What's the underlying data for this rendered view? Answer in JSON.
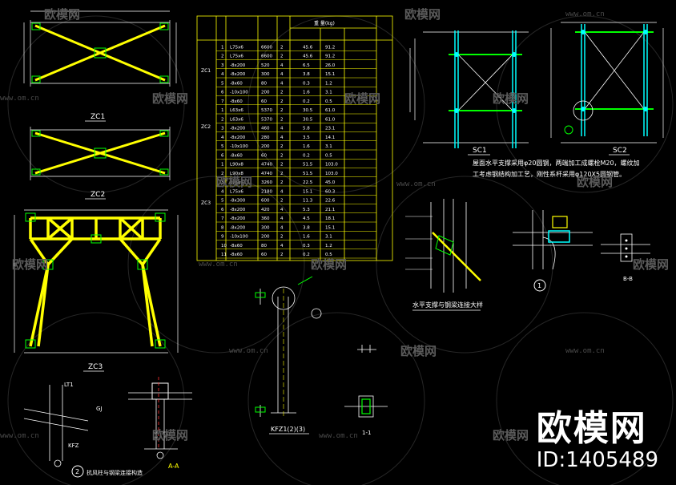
{
  "drawing": {
    "labels": {
      "zc1": "ZC1",
      "zc2": "ZC2",
      "zc3": "ZC3",
      "sc1": "SC1",
      "sc2": "SC2",
      "kfz1": "KFZ1(2)(3)",
      "section_1_1": "1-1",
      "section_a_a": "A-A",
      "section_b_b": "B-B",
      "lt1": "LT1",
      "gj": "GJ",
      "kfz": "KFZ",
      "circle_1": "1",
      "circle_2": "2"
    },
    "notes": {
      "roof_bracing_line1": "屋面水平支撑采用φ20圆钢，两端加工成螺栓M20，螺纹加",
      "roof_bracing_line2": "工考虑钢结构加工艺，刚性系杆采用φ120X5圆钢管。",
      "bracing_detail_title": "水平支撑与钢梁连接大样",
      "column_detail_title": "抗风柱与钢梁连接构造"
    },
    "table": {
      "header_weight": "重 量(kg)",
      "group_zc1": "ZC1",
      "group_zc2": "ZC2",
      "group_zc3": "ZC3",
      "rows": [
        {
          "n": "1",
          "spec": "L75x6",
          "len": "6600",
          "qty": "2",
          "unit": "45.6",
          "total": "91.2"
        },
        {
          "n": "2",
          "spec": "L75x6",
          "len": "6600",
          "qty": "2",
          "unit": "45.6",
          "total": "91.2"
        },
        {
          "n": "3",
          "spec": "-8x200",
          "len": "520",
          "qty": "4",
          "unit": "6.5",
          "total": "26.0"
        },
        {
          "n": "4",
          "spec": "-8x200",
          "len": "300",
          "qty": "4",
          "unit": "3.8",
          "total": "15.1"
        },
        {
          "n": "5",
          "spec": "-8x60",
          "len": "80",
          "qty": "4",
          "unit": "0.3",
          "total": "1.2"
        },
        {
          "n": "6",
          "spec": "-10x100",
          "len": "200",
          "qty": "2",
          "unit": "1.6",
          "total": "3.1"
        },
        {
          "n": "7",
          "spec": "-8x60",
          "len": "60",
          "qty": "2",
          "unit": "0.2",
          "total": "0.5"
        },
        {
          "n": "1",
          "spec": "L63x6",
          "len": "5370",
          "qty": "2",
          "unit": "30.5",
          "total": "61.0"
        },
        {
          "n": "2",
          "spec": "L63x6",
          "len": "5370",
          "qty": "2",
          "unit": "30.5",
          "total": "61.0"
        },
        {
          "n": "3",
          "spec": "-8x200",
          "len": "460",
          "qty": "4",
          "unit": "5.8",
          "total": "23.1"
        },
        {
          "n": "4",
          "spec": "-8x200",
          "len": "280",
          "qty": "4",
          "unit": "3.5",
          "total": "14.1"
        },
        {
          "n": "5",
          "spec": "-10x100",
          "len": "200",
          "qty": "2",
          "unit": "1.6",
          "total": "3.1"
        },
        {
          "n": "6",
          "spec": "-8x60",
          "len": "60",
          "qty": "2",
          "unit": "0.2",
          "total": "0.5"
        },
        {
          "n": "1",
          "spec": "L90x8",
          "len": "4740",
          "qty": "2",
          "unit": "51.5",
          "total": "103.0"
        },
        {
          "n": "2",
          "spec": "L90x8",
          "len": "4740",
          "qty": "2",
          "unit": "51.5",
          "total": "103.0"
        },
        {
          "n": "3",
          "spec": "L75x6",
          "len": "3260",
          "qty": "2",
          "unit": "22.5",
          "total": "45.0"
        },
        {
          "n": "4",
          "spec": "L75x6",
          "len": "2180",
          "qty": "4",
          "unit": "15.1",
          "total": "60.3"
        },
        {
          "n": "5",
          "spec": "-8x300",
          "len": "600",
          "qty": "2",
          "unit": "11.3",
          "total": "22.6"
        },
        {
          "n": "6",
          "spec": "-8x200",
          "len": "420",
          "qty": "4",
          "unit": "5.3",
          "total": "21.1"
        },
        {
          "n": "7",
          "spec": "-8x200",
          "len": "360",
          "qty": "4",
          "unit": "4.5",
          "total": "18.1"
        },
        {
          "n": "8",
          "spec": "-8x200",
          "len": "300",
          "qty": "4",
          "unit": "3.8",
          "total": "15.1"
        },
        {
          "n": "9",
          "spec": "-10x100",
          "len": "200",
          "qty": "2",
          "unit": "1.6",
          "total": "3.1"
        },
        {
          "n": "10",
          "spec": "-8x60",
          "len": "80",
          "qty": "4",
          "unit": "0.3",
          "total": "1.2"
        },
        {
          "n": "11",
          "spec": "-8x60",
          "len": "60",
          "qty": "2",
          "unit": "0.2",
          "total": "0.5"
        }
      ]
    }
  },
  "watermark": {
    "text": "欧模网",
    "url": "www.om.cn"
  },
  "brand": {
    "name": "欧模网",
    "id": "ID:1405489"
  }
}
